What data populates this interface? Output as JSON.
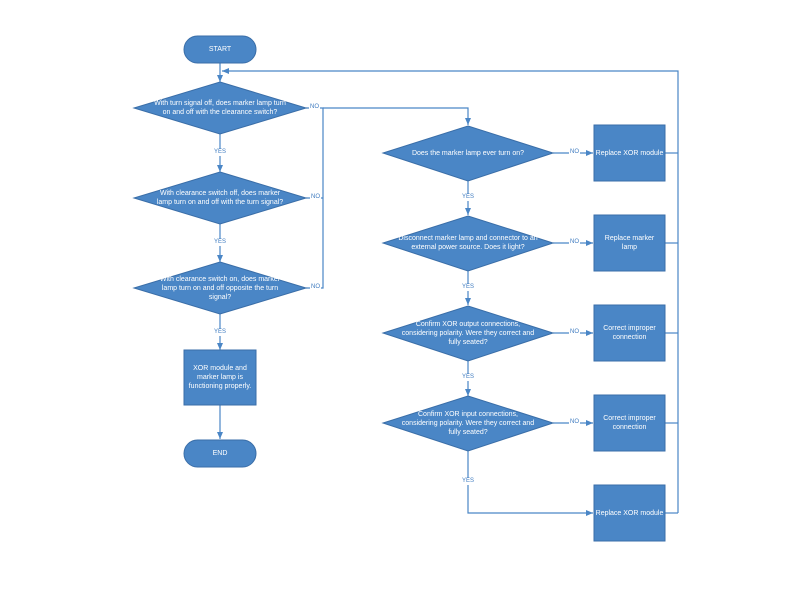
{
  "colors": {
    "fill": "#4a86c6",
    "stroke": "#3a6ea8",
    "line": "#4a86c6",
    "text": "#ffffff",
    "label": "#3e7bc0"
  },
  "nodes": {
    "start": "START",
    "q1": "With turn signal off, does marker lamp turn on and off with the clearance switch?",
    "q2": "With clearance switch off, does marker lamp turn on and off with the turn signal?",
    "q3": "With clearance switch on, does marker lamp turn on and off opposite the turn signal?",
    "ok": "XOR module and marker lamp is functioning properly.",
    "end": "END",
    "q4": "Does the marker lamp ever turn on?",
    "q5": "Disconnect marker lamp and connector to an external power source. Does it light?",
    "q6": "Confirm XOR output connections, considering polarity. Were they correct and fully seated?",
    "q7": "Confirm XOR input connections, considering polarity. Were they correct and fully seated?",
    "a1": "Replace XOR module",
    "a2": "Replace marker lamp",
    "a3": "Correct improper connection",
    "a4": "Correct improper connection",
    "a5": "Replace XOR module"
  },
  "labels": {
    "yes": "YES",
    "no": "NO"
  }
}
